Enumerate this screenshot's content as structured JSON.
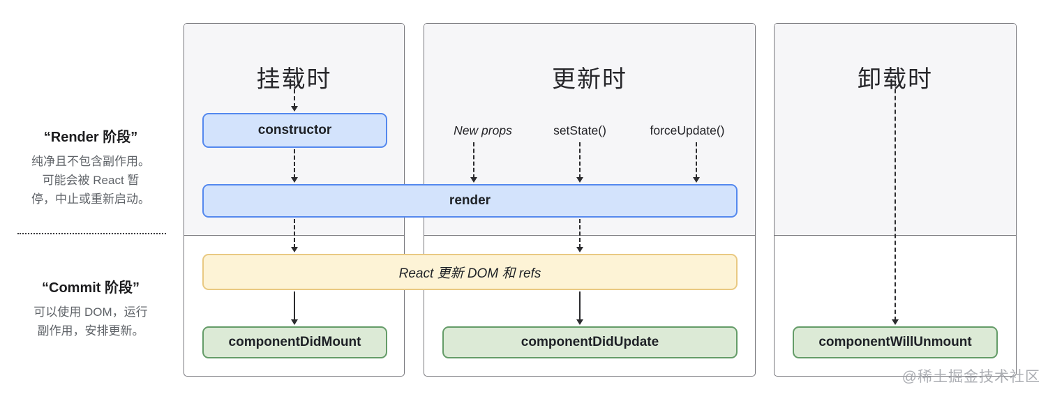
{
  "labels_left": {
    "render_phase": {
      "title": "“Render 阶段”",
      "lines": [
        "纯净且不包含副作用。",
        "可能会被 React 暂",
        "停，中止或重新启动。"
      ]
    },
    "commit_phase": {
      "title": "“Commit 阶段”",
      "lines": [
        "可以使用 DOM，运行",
        "副作用，安排更新。"
      ]
    }
  },
  "panels": {
    "mount": {
      "title": "挂载时"
    },
    "update": {
      "title": "更新时",
      "triggers": [
        "New props",
        "setState()",
        "forceUpdate()"
      ]
    },
    "unmount": {
      "title": "卸载时"
    }
  },
  "boxes": {
    "constructor": "constructor",
    "render": "render",
    "react_updates": "React 更新 DOM 和 refs",
    "component_did_mount": "componentDidMount",
    "component_did_update": "componentDidUpdate",
    "component_will_unmount": "componentWillUnmount"
  },
  "watermark": "@稀土掘金技术社区",
  "colors": {
    "blue_fill": "#d3e3fc",
    "blue_border": "#5488ee",
    "yellow_fill": "#fdf3d6",
    "yellow_border": "#e9c982",
    "green_fill": "#dcead6",
    "green_border": "#649c68",
    "panel_bg_top": "#f6f6f8",
    "panel_border": "#77777c",
    "arrow": "#2b2b2e",
    "text_dark": "#1e2126",
    "text_gray": "#5f6368",
    "watermark": "#9fa2a8"
  }
}
